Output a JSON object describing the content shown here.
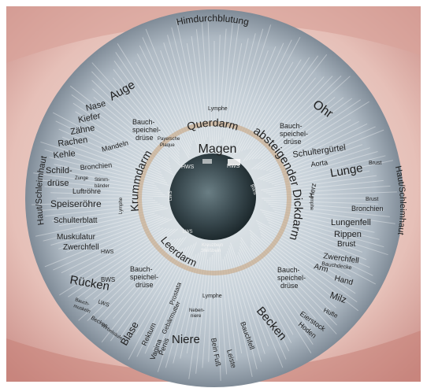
{
  "labels": {
    "top": "Himdurchblutung",
    "auge": "Auge",
    "nase": "Nase",
    "kiefer": "Kiefer",
    "zaehne": "Zähne",
    "rachen": "Rachen",
    "kehle": "Kehle",
    "mandeln": "Mandeln",
    "bronchien_l": "Bronchien",
    "schild": "Schild-",
    "druese": "drüse",
    "zunge": "Zunge",
    "stimmbaender": "Stimm-",
    "stimmbaender2": "bänder",
    "luftroehre": "Luftröhre",
    "speiseroehre": "Speiseröhre",
    "schulterblatt": "Schulterblatt",
    "muskulatur": "Muskulatur",
    "zwerchfell_l": "Zwerchfell",
    "hws_l": "HWS",
    "ruecken": "Rücken",
    "bws_l": "BWS",
    "lws_l": "LWS",
    "bauchmuskeln": "Bauch-",
    "bauchmuskeln2": "muskeln",
    "becken_l": "Becken",
    "wirbelsaeule": "Wirbelsäule",
    "haut_l": "Haut/Schleimhaut",
    "haut_r": "Haut/Schleimhaut",
    "bauchspeichel1": "Bauch-",
    "bauchspeichel1b": "speichel-",
    "bauchspeichel1c": "drüse",
    "bauchspeichel2": "Bauch-",
    "bauchspeichel2b": "speichel-",
    "bauchspeichel2c": "drüse",
    "bauchspeichel3": "Bauch-",
    "bauchspeichel3b": "speichel-",
    "bauchspeichel3c": "drüse",
    "bauchspeichel4": "Bauch-",
    "bauchspeichel4b": "speichel-",
    "bauchspeichel4c": "drüse",
    "payersche": "Payersche",
    "plaque": "Plaque",
    "lymphe_top": "Lymphe",
    "lymphe_left": "Lymphe",
    "lymphe_bottom": "Lymphe",
    "lymphe_right": "Lymphe",
    "querdarm": "Querdarm",
    "magen": "Magen",
    "absteigender": "absteigender Dickdarm",
    "krummdarm": "Krummdarm",
    "leerdarm": "Leerdarm",
    "ohr": "Ohr",
    "schultergurtel": "Schultergürtel",
    "aorta": "Aorta",
    "brust_r": "Brust",
    "lunge": "Lunge",
    "herz": "Herz",
    "brust_r2": "Brust",
    "bronchien_r": "Bronchien",
    "lungenfell": "Lungenfell",
    "rippen": "Rippen",
    "brust_r3": "Brust",
    "zwerchfell_r": "Zwerchfell",
    "bauchdecke": "Bauchdecke",
    "arm": "Arm",
    "hand": "Hand",
    "milz": "Milz",
    "huefte": "Hüfte",
    "eierstock": "Eierstock",
    "hoden": "Hoden",
    "becken_r": "Becken",
    "bauchfell": "Bauchfell",
    "leiste": "Leiste",
    "bein": "Bein Fuß",
    "niere": "Niere",
    "nebenniere": "Neben-",
    "nebenniere2": "niere",
    "blase": "Blase",
    "rektum": "Rektum",
    "vagina": "Vagina",
    "penis": "Penis",
    "gebaermutter": "Gebärmutter",
    "prostata": "Prostata",
    "hws_pupil": "HWS",
    "hws_pupil2": "HWS",
    "bws_pupil": "BWS",
    "lws_pupil": "LWS",
    "lws_pupil2": "LWS",
    "kreuzbein": "Kreuzbein",
    "steissbein": "Steißbein"
  },
  "colors": {
    "sclera": "#e9c9c2",
    "iris_inner": "#cfd8de",
    "iris_outer": "#8f9aa6",
    "pupil": "#2d3a3f",
    "label": "#1e1e1e"
  }
}
